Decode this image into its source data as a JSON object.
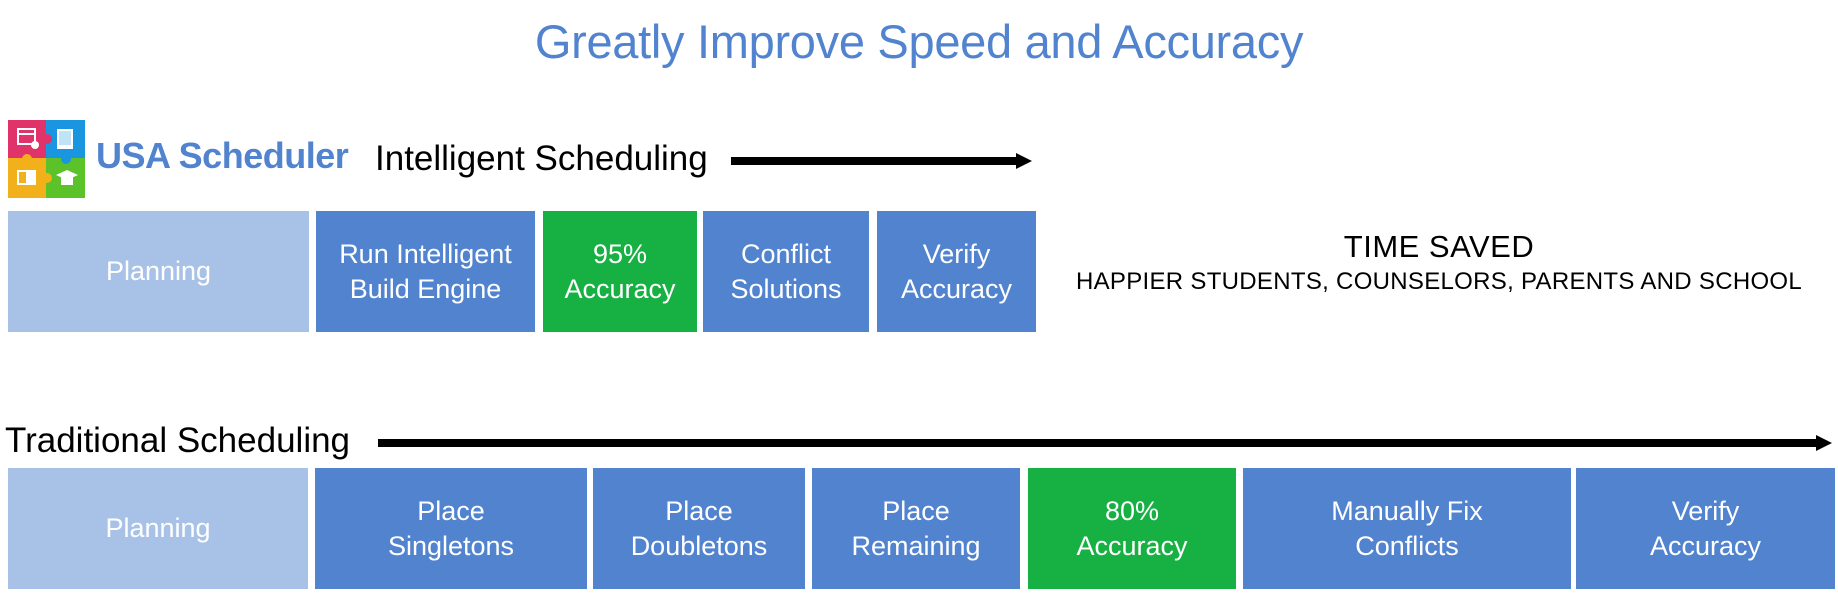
{
  "title": "Greatly Improve Speed and Accuracy",
  "colors": {
    "accent_blue": "#5183cf",
    "planning_blue": "#a8c2e7",
    "accuracy_green": "#17b043",
    "text_black": "#000000"
  },
  "intelligent": {
    "brand": "USA Scheduler",
    "label": "Intelligent Scheduling",
    "logo_icon": "puzzle-logo-icon",
    "steps": [
      {
        "label": "Planning",
        "color": "light"
      },
      {
        "label": "Run Intelligent\nBuild Engine",
        "color": "blue"
      },
      {
        "label": "95%\nAccuracy",
        "color": "green"
      },
      {
        "label": "Conflict\nSolutions",
        "color": "blue"
      },
      {
        "label": "Verify\nAccuracy",
        "color": "blue"
      }
    ]
  },
  "time_saved": {
    "title": "TIME SAVED",
    "subtitle": "HAPPIER STUDENTS, COUNSELORS, PARENTS AND SCHOOL"
  },
  "traditional": {
    "label": "Traditional Scheduling",
    "steps": [
      {
        "label": "Planning",
        "color": "light"
      },
      {
        "label": "Place\nSingletons",
        "color": "blue"
      },
      {
        "label": "Place\nDoubletons",
        "color": "blue"
      },
      {
        "label": "Place\nRemaining",
        "color": "blue"
      },
      {
        "label": "80%\nAccuracy",
        "color": "green"
      },
      {
        "label": "Manually Fix\nConflicts",
        "color": "blue"
      },
      {
        "label": "Verify\nAccuracy",
        "color": "blue"
      }
    ]
  }
}
